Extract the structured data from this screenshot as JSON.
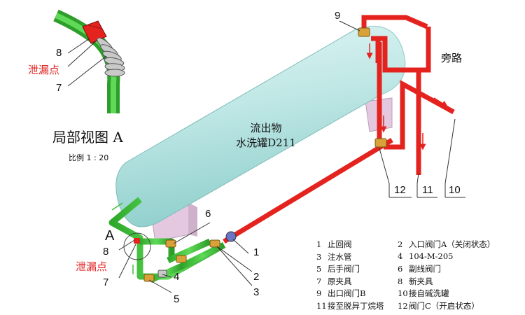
{
  "detail_view": {
    "title": "局部视图 A",
    "scale": "比例  1 : 20",
    "leak_label": "泄漏点",
    "callouts": [
      "8",
      "7"
    ]
  },
  "tank": {
    "line1": "流出物",
    "line2": "水洗罐D211"
  },
  "bypass_label": "旁路",
  "view_marker": "A",
  "main_leak_label": "泄漏点",
  "callouts": {
    "c1": "1",
    "c2": "2",
    "c3": "3",
    "c4": "4",
    "c5": "5",
    "c6": "6",
    "c7": "7",
    "c8": "8",
    "c9": "9",
    "c10": "10",
    "c11": "11",
    "c12": "12"
  },
  "legend": [
    {
      "left_num": "1",
      "left": "止回阀",
      "right_num": "2",
      "right": "入口阀门A（关闭状态）"
    },
    {
      "left_num": "3",
      "left": "注水管",
      "right_num": "4",
      "right": "104-M-205"
    },
    {
      "left_num": "5",
      "left": "后手阀门",
      "right_num": "6",
      "right": "副线阀门"
    },
    {
      "left_num": "7",
      "left": "原夹具",
      "right_num": "8",
      "right": "新夹具"
    },
    {
      "left_num": "9",
      "left": "出口阀门B",
      "right_num": "10",
      "right": "接自碱洗罐"
    },
    {
      "left_num": "11",
      "left": "接至脱异丁烷塔",
      "right_num": "12",
      "right": "阀门C（开启状态）"
    }
  ],
  "colors": {
    "tank": "#bfe6e4",
    "pipe_red": "#e4231f",
    "pipe_green": "#3fc13a",
    "support": "#e3c8e0",
    "leak_text": "#e02020"
  }
}
